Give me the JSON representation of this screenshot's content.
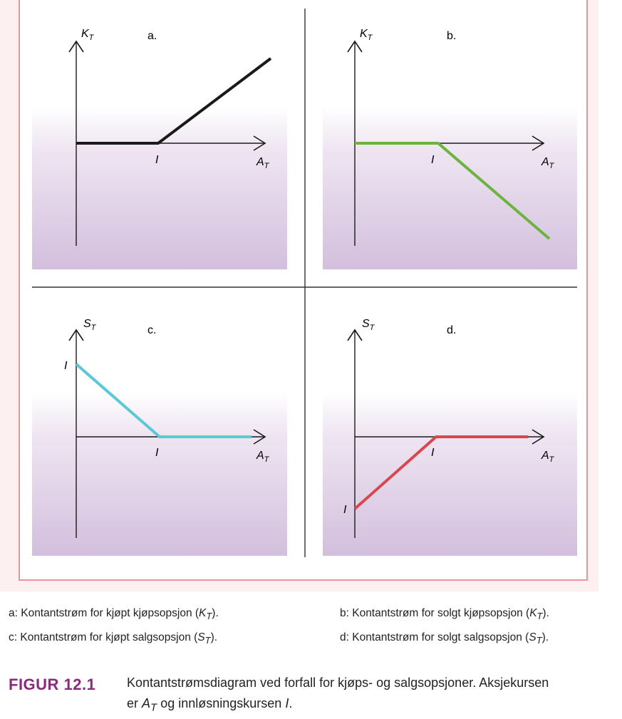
{
  "panels": [
    {
      "letter": "a.",
      "y_axis": {
        "base": "K",
        "sub": "T"
      },
      "x_axis": {
        "base": "A",
        "sub": "T"
      },
      "strike_x": "I",
      "strike_y": "",
      "line_color": "#1a1a1a"
    },
    {
      "letter": "b.",
      "y_axis": {
        "base": "K",
        "sub": "T"
      },
      "x_axis": {
        "base": "A",
        "sub": "T"
      },
      "strike_x": "I",
      "strike_y": "",
      "line_color": "#6cb43f"
    },
    {
      "letter": "c.",
      "y_axis": {
        "base": "S",
        "sub": "T"
      },
      "x_axis": {
        "base": "A",
        "sub": "T"
      },
      "strike_x": "I",
      "strike_y": "I",
      "line_color": "#5bc8d8"
    },
    {
      "letter": "d.",
      "y_axis": {
        "base": "S",
        "sub": "T"
      },
      "x_axis": {
        "base": "A",
        "sub": "T"
      },
      "strike_x": "I",
      "strike_y": "I",
      "line_color": "#d9464f"
    }
  ],
  "captions": {
    "a": {
      "text": "a: Kontantstrøm for kjøpt kjøpsopsjon (",
      "sym": "K",
      "sub": "T",
      "end": ")."
    },
    "b": {
      "text": "b: Kontantstrøm for solgt kjøpsopsjon (",
      "sym": "K",
      "sub": "T",
      "end": ")."
    },
    "c": {
      "text": "c: Kontantstrøm for kjøpt salgsopsjon (",
      "sym": "S",
      "sub": "T",
      "end": ")."
    },
    "d": {
      "text": "d: Kontantstrøm for solgt salgsopsjon (",
      "sym": "S",
      "sub": "T",
      "end": ")."
    }
  },
  "figure": {
    "label": "FIGUR 12.1",
    "line1": "Kontantstrømsdiagram ved forfall for kjøps- og salgsopsjoner. Aksjekursen",
    "line2_pre": "er ",
    "line2_sym": "A",
    "line2_sub": "T",
    "line2_mid": " og innløsningskursen ",
    "line2_i": "I",
    "line2_end": "."
  },
  "colors": {
    "frame_border": "#e8959a",
    "frame_fill": "#fdf0f0",
    "plot_gradient_top": "#ffffff",
    "plot_gradient_bottom": "#d3bfdd",
    "figure_label": "#8a2b7a"
  }
}
